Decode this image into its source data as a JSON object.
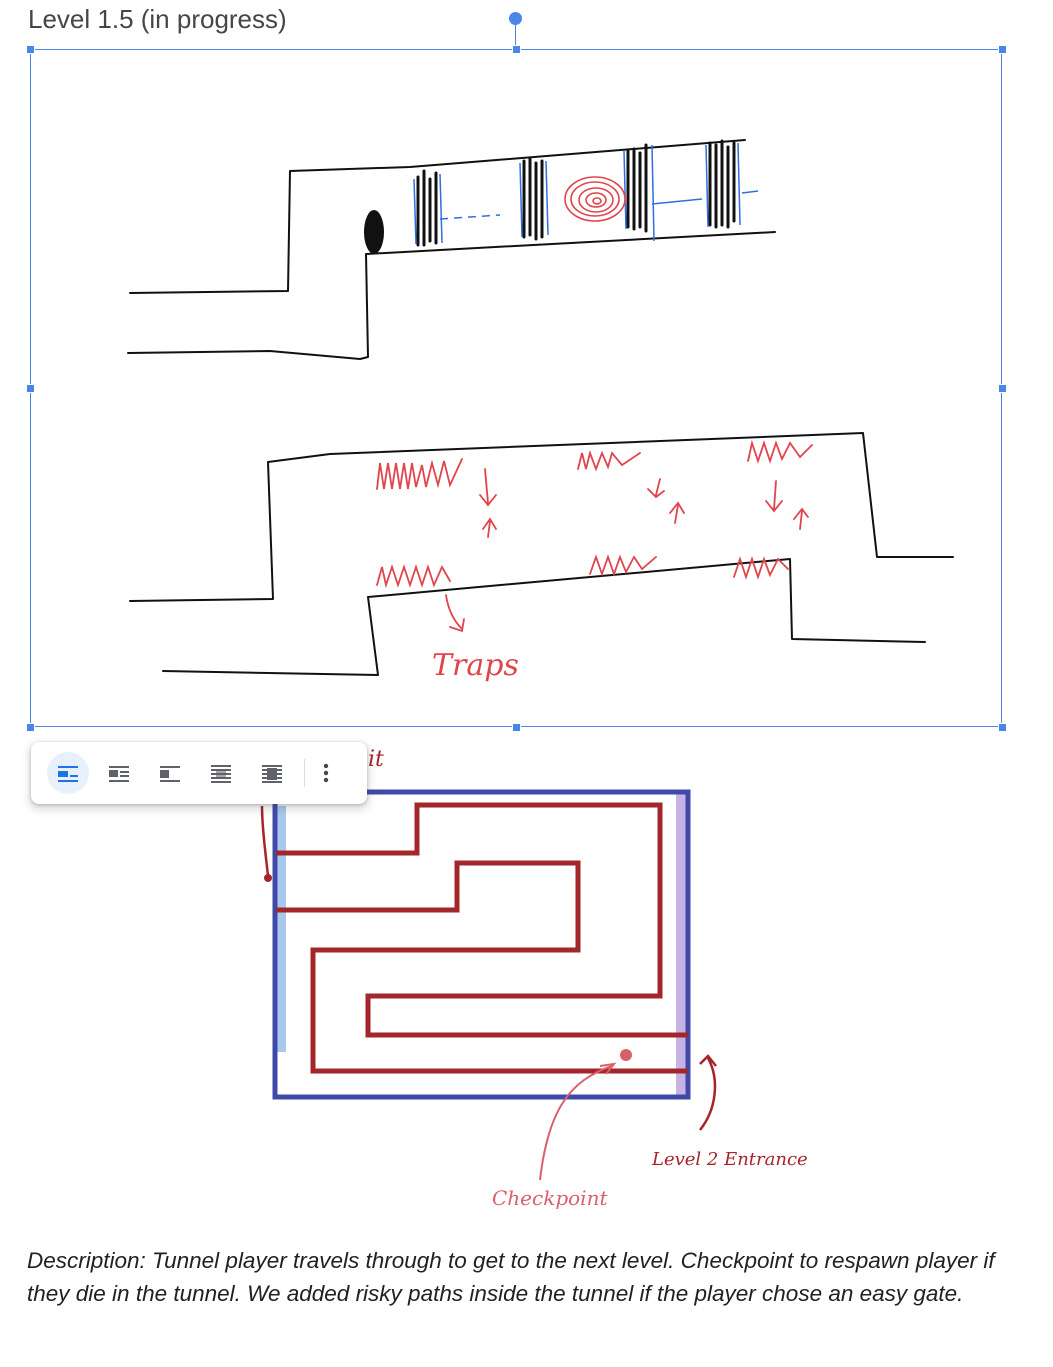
{
  "document": {
    "heading": "Level 1.5 (in progress)",
    "description": "Description: Tunnel player travels through to get to the next level. Checkpoint to respawn player if they die in the tunnel. We added risky paths inside the tunnel if the player chose an easy gate."
  },
  "sketch": {
    "labels": {
      "traps": "Traps"
    }
  },
  "maze_image": {
    "labels": {
      "partial_label": "it",
      "checkpoint": "Checkpoint",
      "level2_entrance": "Level 2 Entrance"
    }
  },
  "image_toolbar": {
    "options": [
      {
        "name": "in-line",
        "active": true,
        "icon": "inline-wrap-icon"
      },
      {
        "name": "wrap-text",
        "active": false,
        "icon": "wrap-text-icon"
      },
      {
        "name": "break-text",
        "active": false,
        "icon": "break-text-icon"
      },
      {
        "name": "behind-text",
        "active": false,
        "icon": "behind-text-icon"
      },
      {
        "name": "in-front-of-text",
        "active": false,
        "icon": "in-front-text-icon"
      }
    ],
    "more_icon": "more-vert-icon"
  },
  "colors": {
    "selection": "#4a86e8",
    "ink_black": "#111111",
    "ink_red": "#e0454d",
    "ink_blue": "#2f6fe0",
    "maze_border": "#3f4aa8",
    "maze_path": "#a3262a",
    "maze_highlight_left": "#a9c8ee",
    "maze_highlight_right": "#c7b3e3",
    "annotation_red": "#a6242a",
    "checkpoint_pink": "#d9606a"
  }
}
